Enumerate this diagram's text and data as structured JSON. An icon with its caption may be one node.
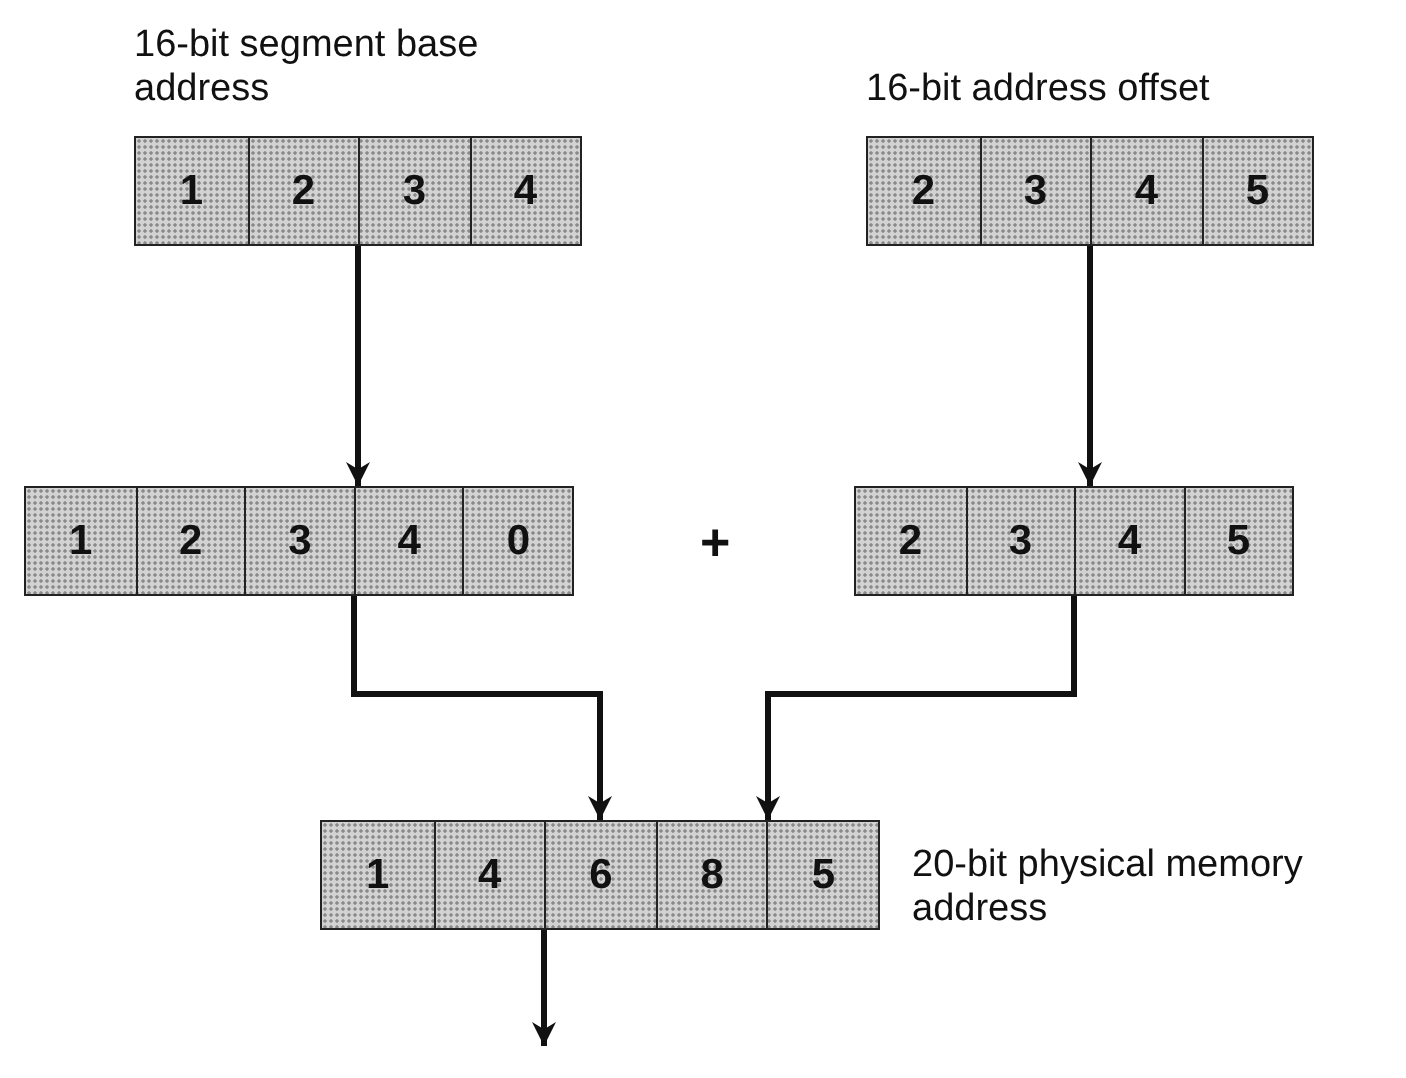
{
  "diagram": {
    "nodes": [
      {
        "text": [
          "16-bit segment base address",
          "1",
          "2",
          "3",
          "4"
        ]
      },
      {
        "text": [
          "16-bit address offset",
          "2",
          "3",
          "4",
          "5"
        ]
      },
      {
        "text": [
          "1",
          "2",
          "3",
          "4",
          "0"
        ]
      },
      {
        "text": [
          "2",
          "3",
          "4",
          "5"
        ]
      },
      {
        "text": [
          "1",
          "4",
          "6",
          "8",
          "5"
        ],
        "beside": [
          "20-bit physical memory address"
        ]
      }
    ],
    "edges": [
      {
        "from": 0,
        "to": 2,
        "arrow": "to"
      },
      {
        "from": 1,
        "to": 3,
        "arrow": "to"
      },
      {
        "from": 2,
        "to": 4,
        "arrow": "to"
      },
      {
        "from": 3,
        "to": 4,
        "arrow": "to"
      },
      {
        "from": 4,
        "to": null,
        "arrow": "to"
      }
    ],
    "labels": [
      "+"
    ]
  }
}
